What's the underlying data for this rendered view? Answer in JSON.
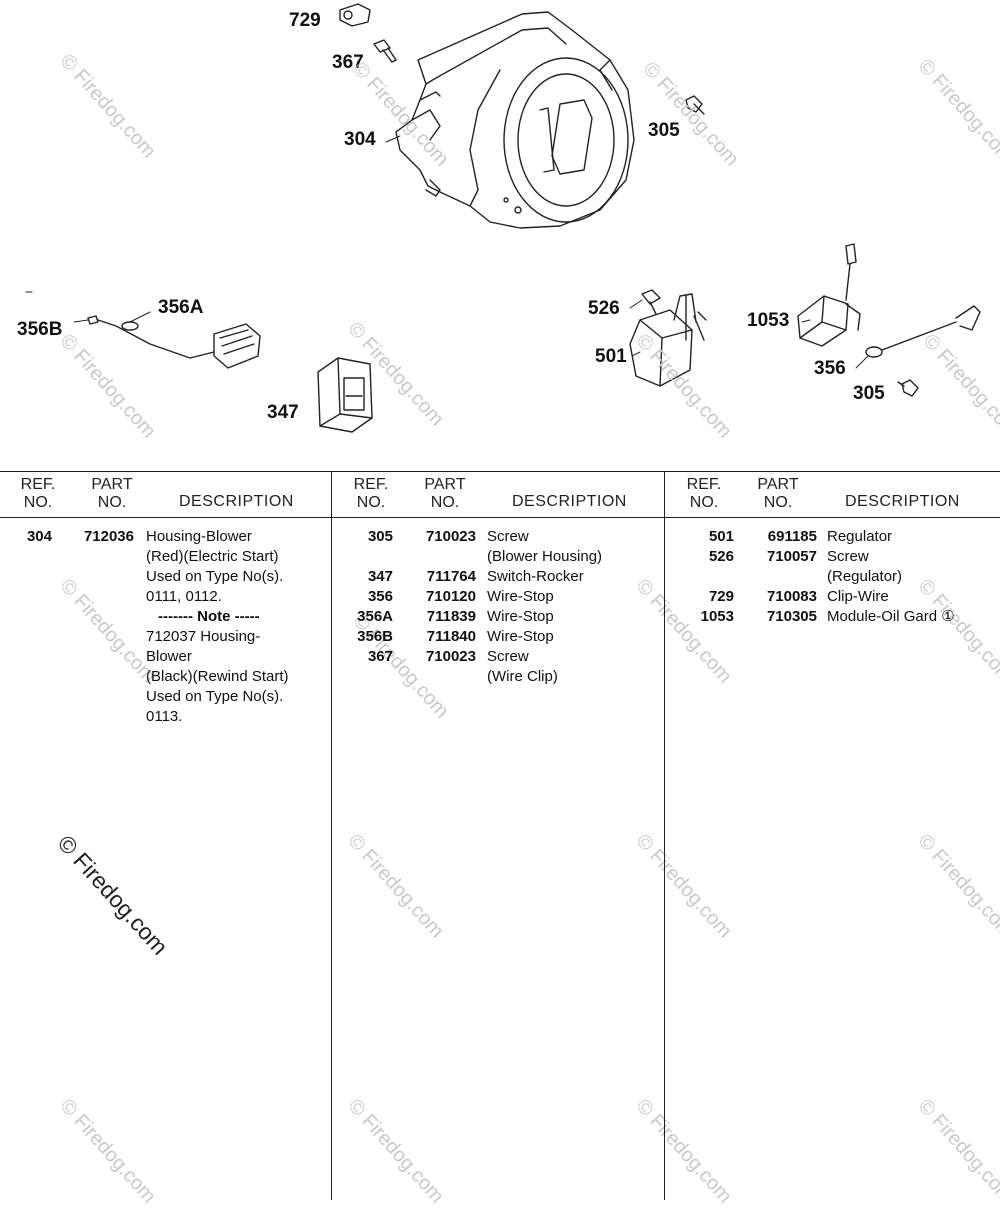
{
  "callouts": [
    "729",
    "367",
    "304",
    "305",
    "356A",
    "356B",
    "347",
    "526",
    "501",
    "1053",
    "356",
    "305"
  ],
  "watermark": "© Firedog.com",
  "table": {
    "headers": {
      "ref": [
        "REF.",
        "NO."
      ],
      "part": [
        "PART",
        "NO."
      ],
      "desc": "DESCRIPTION"
    },
    "columns": [
      [
        {
          "ref": "304",
          "part": "712036",
          "desc": "Housing-Blower"
        },
        {
          "ref": "",
          "part": "",
          "desc": "(Red)(Electric Start)"
        },
        {
          "ref": "",
          "part": "",
          "desc": "Used on Type No(s)."
        },
        {
          "ref": "",
          "part": "",
          "desc": "0111, 0112."
        },
        {
          "ref": "",
          "part": "",
          "desc": "------- Note -----"
        },
        {
          "ref": "",
          "part": "",
          "desc": "712037 Housing-"
        },
        {
          "ref": "",
          "part": "",
          "desc": "Blower"
        },
        {
          "ref": "",
          "part": "",
          "desc": "(Black)(Rewind Start)"
        },
        {
          "ref": "",
          "part": "",
          "desc": "Used on Type No(s)."
        },
        {
          "ref": "",
          "part": "",
          "desc": "0113."
        }
      ],
      [
        {
          "ref": "305",
          "part": "710023",
          "desc": "Screw"
        },
        {
          "ref": "",
          "part": "",
          "desc": "(Blower Housing)"
        },
        {
          "ref": "347",
          "part": "711764",
          "desc": "Switch-Rocker"
        },
        {
          "ref": "356",
          "part": "710120",
          "desc": "Wire-Stop"
        },
        {
          "ref": "356A",
          "part": "711839",
          "desc": "Wire-Stop"
        },
        {
          "ref": "356B",
          "part": "711840",
          "desc": "Wire-Stop"
        },
        {
          "ref": "367",
          "part": "710023",
          "desc": "Screw"
        },
        {
          "ref": "",
          "part": "",
          "desc": "(Wire Clip)"
        }
      ],
      [
        {
          "ref": "501",
          "part": "691185",
          "desc": "Regulator"
        },
        {
          "ref": "526",
          "part": "710057",
          "desc": "Screw"
        },
        {
          "ref": "",
          "part": "",
          "desc": "(Regulator)"
        },
        {
          "ref": "729",
          "part": "710083",
          "desc": "Clip-Wire"
        },
        {
          "ref": "1053",
          "part": "710305",
          "desc": "Module-Oil Gard ①"
        }
      ]
    ]
  }
}
